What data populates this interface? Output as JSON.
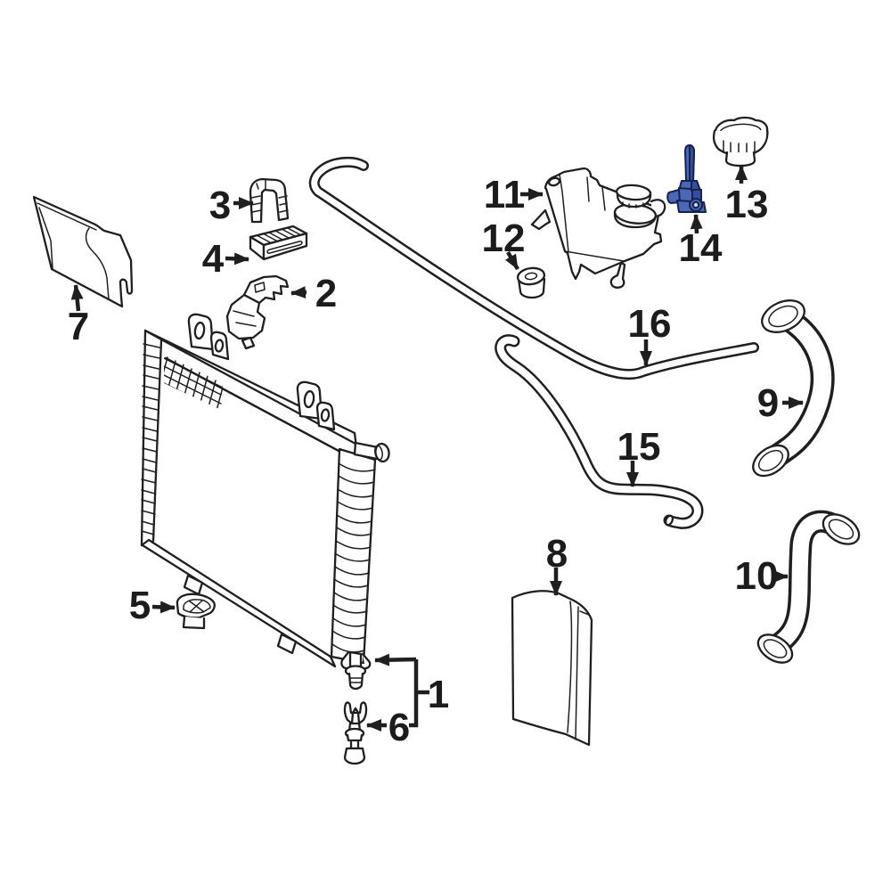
{
  "diagram": {
    "background": "#ffffff",
    "line_color": "#1f1f1f",
    "text_color": "#1c1c1c",
    "highlight": {
      "fill": "#4a67b8",
      "shade": "#31509f",
      "hole": "#c7d2ef",
      "outline": "#17224d"
    },
    "highlighted_part": "14",
    "labels": [
      "1",
      "2",
      "3",
      "4",
      "5",
      "6",
      "7",
      "8",
      "9",
      "10",
      "11",
      "12",
      "13",
      "14",
      "15",
      "16"
    ]
  }
}
